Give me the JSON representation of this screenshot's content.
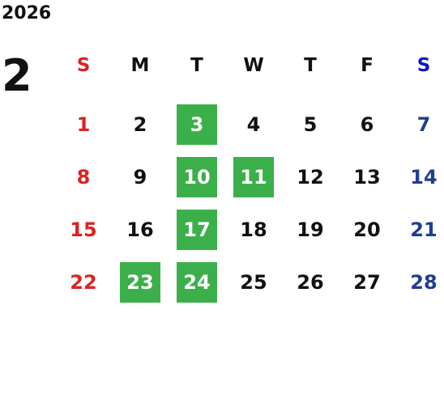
{
  "calendar": {
    "year": "2026",
    "month": "2",
    "weekdays": [
      "S",
      "M",
      "T",
      "W",
      "T",
      "F",
      "S"
    ],
    "highlighted_days": [
      3,
      10,
      11,
      17,
      23,
      24
    ],
    "weeks": [
      [
        "1",
        "2",
        "3",
        "4",
        "5",
        "6",
        "7"
      ],
      [
        "8",
        "9",
        "10",
        "11",
        "12",
        "13",
        "14"
      ],
      [
        "15",
        "16",
        "17",
        "18",
        "19",
        "20",
        "21"
      ],
      [
        "22",
        "23",
        "24",
        "25",
        "26",
        "27",
        "28"
      ]
    ]
  },
  "colors": {
    "highlight": "#3bb04a",
    "sunday": "#dd2222",
    "saturday": "#1e3f8f",
    "saturday_header": "#0a16c8",
    "text": "#111111"
  }
}
